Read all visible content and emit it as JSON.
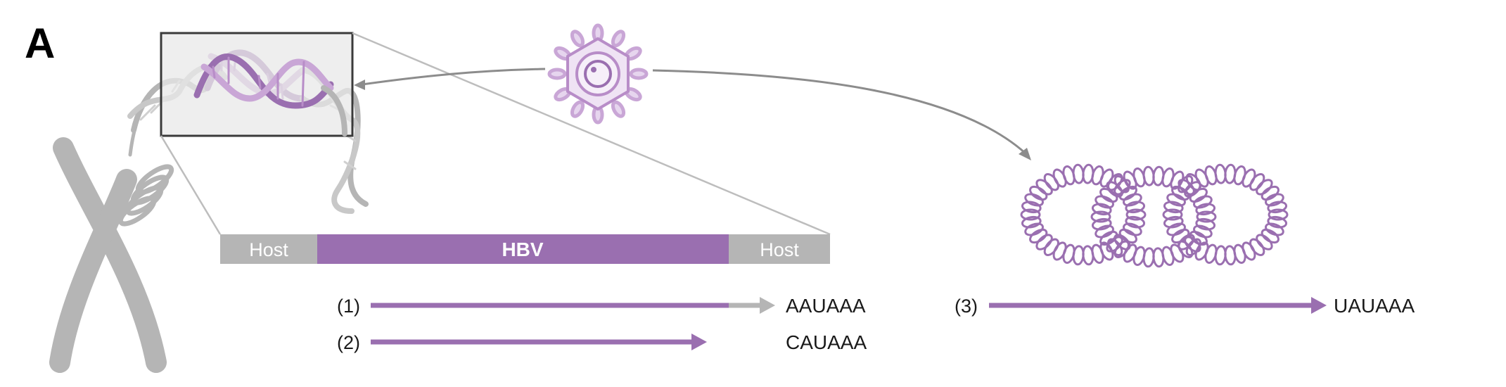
{
  "panel": {
    "label": "A"
  },
  "construct": {
    "host_left": "Host",
    "hbv": "HBV",
    "host_right": "Host"
  },
  "transcripts": [
    {
      "number": "(1)",
      "signal": "AAUAAA"
    },
    {
      "number": "(2)",
      "signal": "CAUAAA"
    },
    {
      "number": "(3)",
      "signal": "UAUAAA"
    }
  ],
  "colors": {
    "hbv_purple": "#9a6fb0",
    "host_gray": "#b5b5b5",
    "light_purple": "#c9a6d6",
    "arrow_gray": "#8c8c8c",
    "box_fill": "#e8e8e8"
  },
  "icons": [
    "chromosome-icon",
    "dna-helix-icon",
    "virus-icon",
    "cccdna-rings-icon"
  ]
}
